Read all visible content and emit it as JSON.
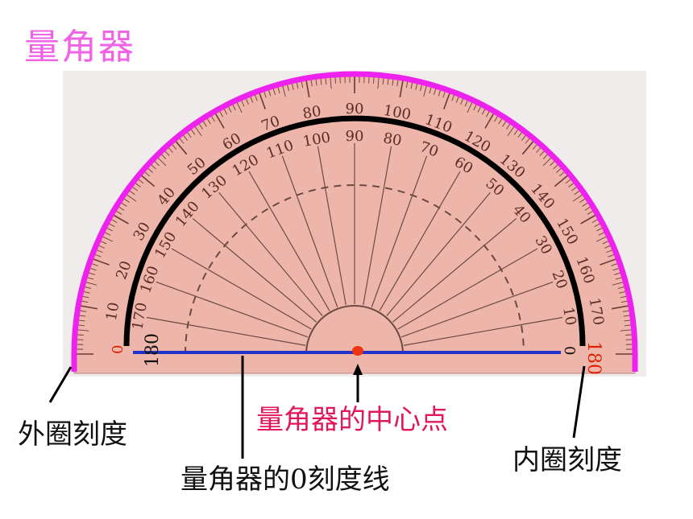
{
  "title": "量角器",
  "labels": {
    "outer_scale": "外圈刻度",
    "inner_scale": "内圈刻度",
    "zero_line": "量角器的0刻度线",
    "center_point": "量角器的中心点"
  },
  "outer_scale_ticks": [
    "0",
    "10",
    "20",
    "30",
    "40",
    "50",
    "60",
    "70",
    "80",
    "90",
    "100",
    "110",
    "120",
    "130",
    "140",
    "150",
    "160",
    "170",
    "180"
  ],
  "inner_scale_ticks": [
    "180",
    "170",
    "160",
    "150",
    "140",
    "130",
    "120",
    "110",
    "100",
    "90",
    "80",
    "70",
    "60",
    "50",
    "40",
    "30",
    "20",
    "10",
    "0"
  ],
  "colors": {
    "title": "#f063e6",
    "protractor_fill": "#eeb6ab",
    "outer_arc": "#ee22ee",
    "inner_arc": "#000000",
    "zero_line": "#2233cc",
    "center_dot": "#ee3311",
    "center_label": "#e0185a",
    "zero_marks": "#dd2200"
  }
}
